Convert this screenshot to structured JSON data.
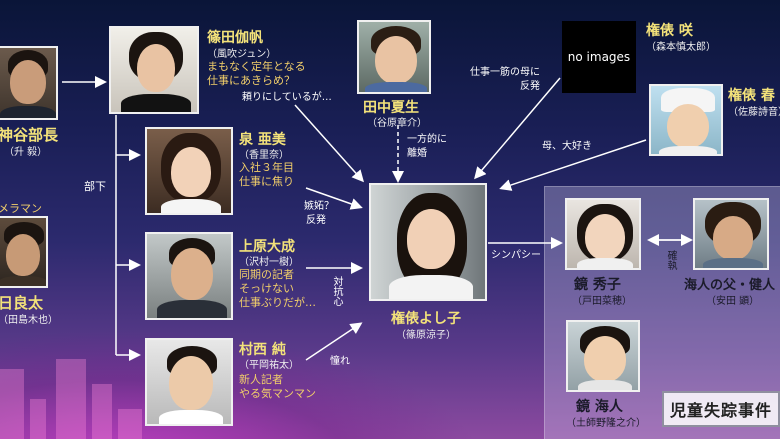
{
  "case_label": "児童失踪事件",
  "no_images_text": "no images",
  "characters": {
    "busho": {
      "name": "神谷部長",
      "actor": "（升 毅）"
    },
    "ryota": {
      "name": "日良太",
      "actor": "（田島木也）"
    },
    "kameraman": {
      "role": "メラマン"
    },
    "shinoda": {
      "name": "篠田伽帆",
      "actor": "（風吹ジュン）",
      "note1": "まもなく定年となる",
      "note2": "仕事にあきらめ？"
    },
    "izumi": {
      "name": "泉 亜美",
      "actor": "（香里奈）",
      "note1": "入社３年目",
      "note2": "仕事に焦り"
    },
    "uehara": {
      "name": "上原大成",
      "actor": "（沢村一樹）",
      "note1": "同期の記者",
      "note2": "そっけない",
      "note3": "仕事ぶりだが…"
    },
    "murani": {
      "name": "村西 純",
      "actor": "（平岡祐太）",
      "note1": "新人記者",
      "note2": "やる気マンマン"
    },
    "tanaka": {
      "name": "田中夏生",
      "actor": "（谷原章介）"
    },
    "gonbara_saku": {
      "name": "権俵 咲",
      "actor": "（森本慎太郎）"
    },
    "gonbara_haru": {
      "name": "権俵 春",
      "actor": "（佐藤詩音）"
    },
    "yoshiko": {
      "name": "権俵よし子",
      "actor": "（篠原涼子）"
    },
    "hideko": {
      "name": "鏡 秀子",
      "actor": "（戸田菜穂）"
    },
    "father": {
      "name": "海人の父・健人",
      "actor": "（安田 顕）"
    },
    "kaito": {
      "name": "鏡 海人",
      "actor": "（土師野隆之介）"
    }
  },
  "relations": {
    "buka": "部下",
    "tayori": "頼りにしているが…",
    "ippoteki1": "一方的に",
    "ippoteki2": "離婚",
    "shigoto1": "仕事一筋の母に",
    "shigoto2": "反発",
    "haha_daisuki": "母、大好き",
    "shitto1": "嫉妬？",
    "shitto2": "反発",
    "taiko": "対抗心",
    "akogare": "憧れ",
    "sympathy": "シンパシー",
    "kakushitsu": "確執"
  }
}
